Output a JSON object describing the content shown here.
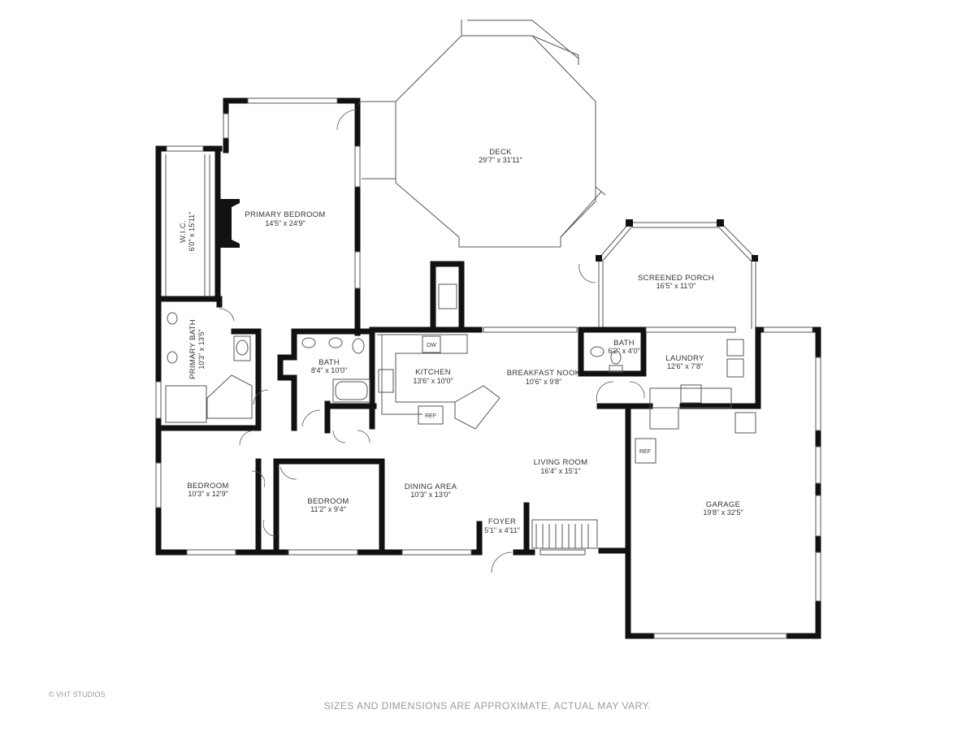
{
  "rooms": {
    "deck": {
      "name": "DECK",
      "dims": "29'7\" x 31'11\""
    },
    "primary_bedroom": {
      "name": "PRIMARY BEDROOM",
      "dims": "14'5\" x 24'9\""
    },
    "wic": {
      "name": "W.I.C.",
      "dims": "6'0\" x 15'11\""
    },
    "screened_porch": {
      "name": "SCREENED PORCH",
      "dims": "16'5\" x 11'0\""
    },
    "primary_bath": {
      "name": "PRIMARY BATH",
      "dims": "10'3\" x 13'5\""
    },
    "bath_hall": {
      "name": "BATH",
      "dims": "8'4\" x 10'0\""
    },
    "kitchen": {
      "name": "KITCHEN",
      "dims": "13'6\" x 10'0\""
    },
    "breakfast_nook": {
      "name": "BREAKFAST NOOK",
      "dims": "10'6\" x 9'8\""
    },
    "bath_half": {
      "name": "BATH",
      "dims": "6'2\" x 4'0\""
    },
    "laundry": {
      "name": "LAUNDRY",
      "dims": "12'6\" x 7'8\""
    },
    "bedroom_1": {
      "name": "BEDROOM",
      "dims": "10'3\" x 12'9\""
    },
    "bedroom_2": {
      "name": "BEDROOM",
      "dims": "11'2\" x 9'4\""
    },
    "dining_area": {
      "name": "DINING AREA",
      "dims": "10'3\" x 13'0\""
    },
    "living_room": {
      "name": "LIVING ROOM",
      "dims": "16'4\" x 15'1\""
    },
    "foyer": {
      "name": "FOYER",
      "dims": "5'1\" x 4'11\""
    },
    "garage": {
      "name": "GARAGE",
      "dims": "19'8\" x 32'5\""
    }
  },
  "fixtures": {
    "dishwasher": "DW",
    "refrigerator": "REF",
    "garage_fridge": "REF"
  },
  "footer": {
    "credit": "© VHT STUDIOS",
    "disclaimer": "SIZES AND DIMENSIONS ARE APPROXIMATE, ACTUAL MAY VARY."
  }
}
